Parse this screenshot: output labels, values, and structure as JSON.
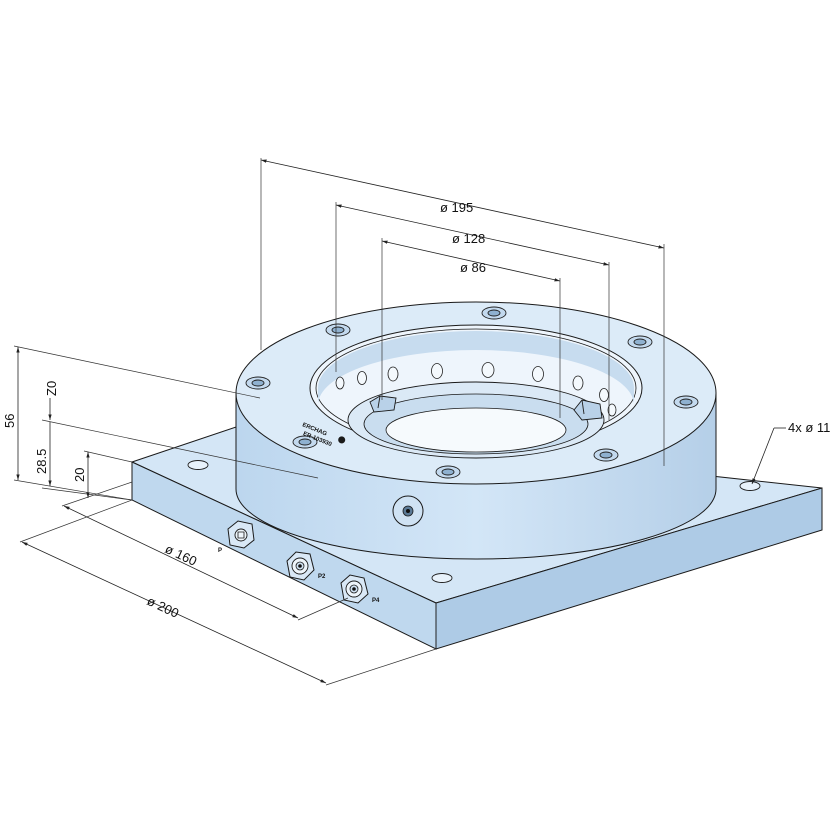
{
  "dimensions": {
    "d195": "ø 195",
    "d128": "ø 128",
    "d86": "ø 86",
    "h56": "56",
    "z0": "Z0",
    "h285": "28.5",
    "h20": "20",
    "d160": "ø 160",
    "d200": "ø 200",
    "holes": "4x ø 11"
  },
  "ports": {
    "p1": "P",
    "p2": "P2",
    "p4": "P4"
  },
  "brand": {
    "logo": "ERCHAG",
    "part": "ER-103930"
  },
  "colors": {
    "body": "#cde2f4",
    "body_dark": "#b7d2ea",
    "body_light": "#e3effa",
    "outline": "#1a1a1a"
  }
}
